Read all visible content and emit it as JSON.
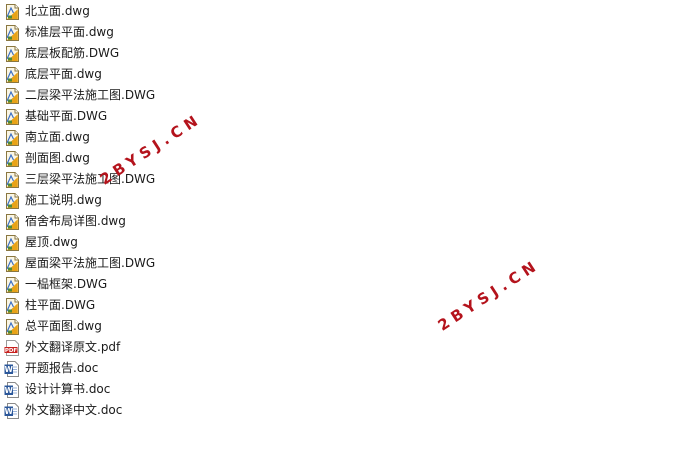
{
  "files": [
    {
      "name": "北立面.dwg",
      "type": "dwg"
    },
    {
      "name": "标准层平面.dwg",
      "type": "dwg"
    },
    {
      "name": "底层板配筋.DWG",
      "type": "dwg"
    },
    {
      "name": "底层平面.dwg",
      "type": "dwg"
    },
    {
      "name": "二层梁平法施工图.DWG",
      "type": "dwg"
    },
    {
      "name": "基础平面.DWG",
      "type": "dwg"
    },
    {
      "name": "南立面.dwg",
      "type": "dwg"
    },
    {
      "name": "剖面图.dwg",
      "type": "dwg"
    },
    {
      "name": "三层梁平法施工图.DWG",
      "type": "dwg"
    },
    {
      "name": "施工说明.dwg",
      "type": "dwg"
    },
    {
      "name": "宿舍布局详图.dwg",
      "type": "dwg"
    },
    {
      "name": "屋顶.dwg",
      "type": "dwg"
    },
    {
      "name": "屋面梁平法施工图.DWG",
      "type": "dwg"
    },
    {
      "name": "一榀框架.DWG",
      "type": "dwg"
    },
    {
      "name": "柱平面.DWG",
      "type": "dwg"
    },
    {
      "name": "总平面图.dwg",
      "type": "dwg"
    },
    {
      "name": "外文翻译原文.pdf",
      "type": "pdf"
    },
    {
      "name": "开题报告.doc",
      "type": "doc"
    },
    {
      "name": "设计计算书.doc",
      "type": "doc"
    },
    {
      "name": "外文翻译中文.doc",
      "type": "doc"
    }
  ],
  "icons": {
    "dwg": "dwg-file-icon",
    "pdf": "pdf-file-icon",
    "doc": "doc-file-icon"
  },
  "pdf_icon_text": "PDF",
  "doc_icon_text": "W",
  "watermarks": [
    "2BYSJ.CN",
    "2BYSJ.CN"
  ],
  "colors": {
    "watermark": "#b4131c",
    "dwg_icon": "#e8a317",
    "pdf_icon": "#c8201e",
    "doc_icon": "#2b579a"
  }
}
